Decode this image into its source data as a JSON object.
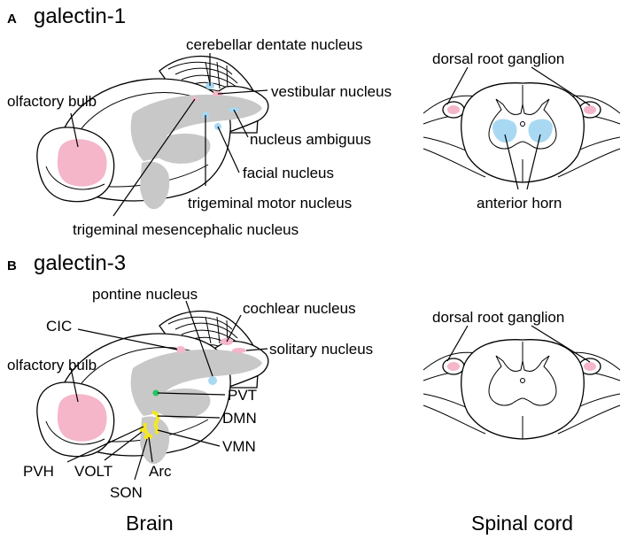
{
  "panels": [
    {
      "letter": "A",
      "title": "galectin-1",
      "brain_labels": {
        "cerebellar_dentate": "cerebellar dentate nucleus",
        "vestibular": "vestibular nucleus",
        "olfactory": "olfactory bulb",
        "ambiguus": "nucleus ambiguus",
        "facial": "facial nucleus",
        "trig_motor": "trigeminal motor nucleus",
        "trig_mes": "trigeminal mesencephalic nucleus"
      },
      "cord_labels": {
        "drg": "dorsal root ganglion",
        "anterior": "anterior horn"
      }
    },
    {
      "letter": "B",
      "title": "galectin-3",
      "brain_labels": {
        "pontine": "pontine nucleus",
        "cochlear": "cochlear nucleus",
        "cic": "CIC",
        "solitary": "solitary nucleus",
        "olfactory": "olfactory bulb",
        "pvt": "PVT",
        "dmn": "DMN",
        "vmn": "VMN",
        "pvh": "PVH",
        "volt": "VOLT",
        "arc": "Arc",
        "son": "SON"
      },
      "cord_labels": {
        "drg": "dorsal root ganglion"
      }
    }
  ],
  "captions": {
    "brain": "Brain",
    "cord": "Spinal cord"
  },
  "colors": {
    "pink": "#f4b6c8",
    "blue": "#a9d8f2",
    "green": "#22c55e",
    "yellow": "#f5e71f",
    "gray": "#c8c8c8"
  }
}
